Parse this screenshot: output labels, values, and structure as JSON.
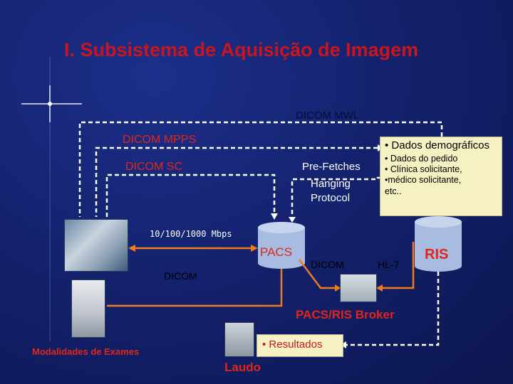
{
  "title": "I. Subsistema de Aquisição de Imagem",
  "labels": {
    "dicom_mwl": "DICOM MWL",
    "dicom_mpps": "DICOM MPPS",
    "dicom_sc": "DICOM SC",
    "pre_fetches": "Pre-Fetches",
    "hanging": "Hanging",
    "protocol": "Protocol",
    "speed": "10/100/1000 Mbps",
    "pacs": "PACS",
    "dicom_left": "DICOM",
    "dicom_mid": "DICOM",
    "hl7": "HL-7",
    "ris": "RIS",
    "broker": "PACS/RIS Broker",
    "modalidades": "Modalidades de Exames",
    "laudo": "Laudo"
  },
  "info_box": {
    "header": "• Dados demográficos",
    "lines": [
      "• Dados do pedido",
      "• Clínica solicitante,",
      "•médico solicitante,",
      "etc.."
    ]
  },
  "resultados": "• Resultados",
  "colors": {
    "title": "#c8161c",
    "orange_line": "#f07a1e",
    "dashed_line": "#ffffff",
    "yellow_box": "#f6f1c2",
    "background": "#14226e"
  }
}
